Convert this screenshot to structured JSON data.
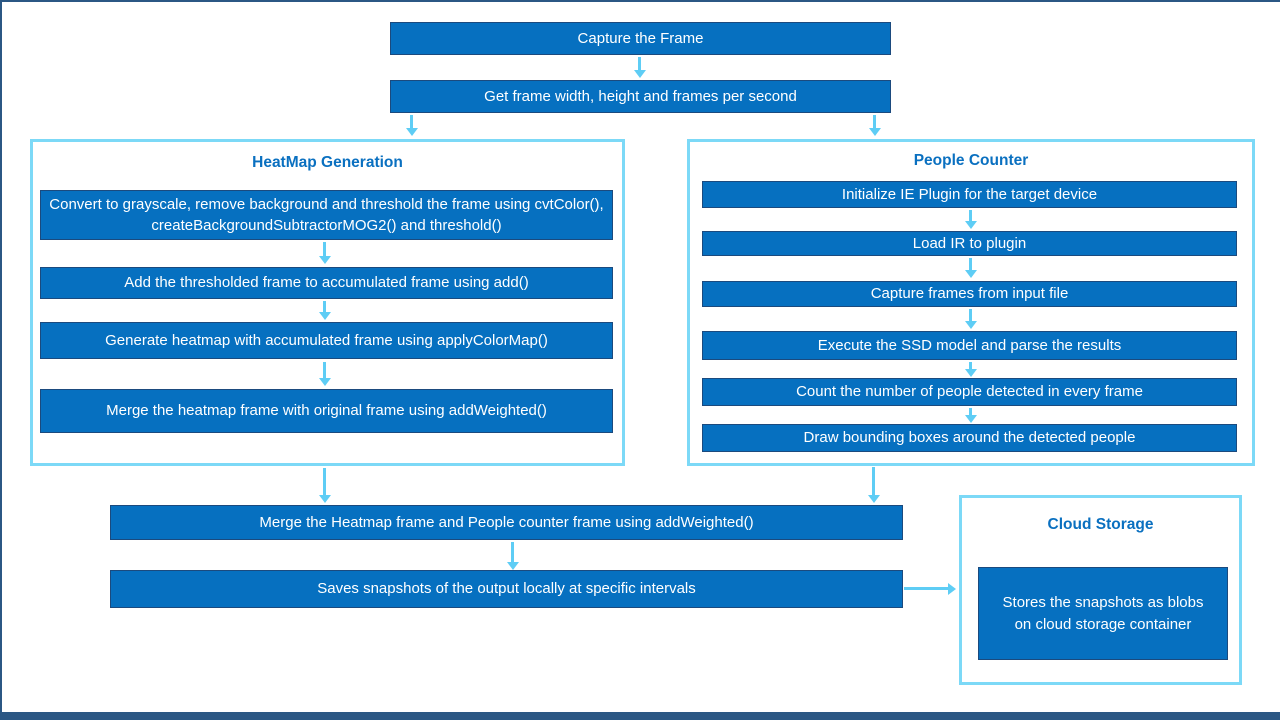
{
  "colors": {
    "box_fill": "#0670c0",
    "box_border": "#1b4a7e",
    "container_border": "#7cd9f7",
    "arrow": "#5ecdf5",
    "title_text": "#0a70c0",
    "slide_frame": "#2b5784",
    "box_text": "#ffffff"
  },
  "top": {
    "capture": "Capture the Frame",
    "get_frame": "Get frame width, height and frames per second"
  },
  "heatmap": {
    "title": "HeatMap Generation",
    "steps": [
      "Convert to grayscale, remove background and threshold the frame using cvtColor(), createBackgroundSubtractorMOG2() and threshold()",
      "Add the thresholded frame to accumulated frame using add()",
      "Generate heatmap with accumulated frame using applyColorMap()",
      "Merge the heatmap frame with original frame using addWeighted()"
    ]
  },
  "people_counter": {
    "title": "People Counter",
    "steps": [
      "Initialize IE Plugin for the target device",
      "Load IR to plugin",
      "Capture frames from input file",
      "Execute the SSD model and parse the results",
      "Count the number of people detected in every frame",
      "Draw bounding boxes around the detected people"
    ]
  },
  "bottom": {
    "merge": "Merge the Heatmap frame and People counter frame using addWeighted()",
    "saves": "Saves snapshots of the output locally at specific intervals"
  },
  "cloud": {
    "title": "Cloud Storage",
    "stores": "Stores the snapshots as blobs on cloud storage container"
  }
}
